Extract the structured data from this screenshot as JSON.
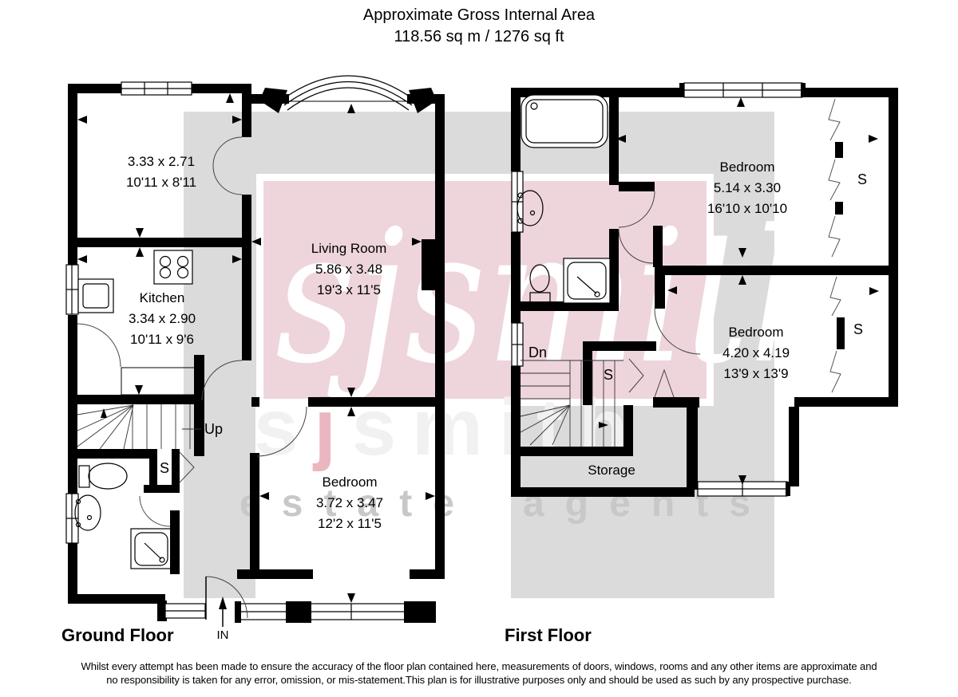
{
  "header": {
    "title_line1": "Approximate Gross Internal Area",
    "title_line2": "118.56 sq m / 1276 sq ft"
  },
  "ground_floor": {
    "label": "Ground Floor",
    "stairs_label": "Up",
    "cupboard_label": "S",
    "entrance_label": "IN",
    "rooms": {
      "reception": {
        "dims_m": "3.33 x 2.71",
        "dims_ft": "10'11 x 8'11"
      },
      "kitchen": {
        "name": "Kitchen",
        "dims_m": "3.34 x 2.90",
        "dims_ft": "10'11 x 9'6"
      },
      "living": {
        "name": "Living Room",
        "dims_m": "5.86 x 3.48",
        "dims_ft": "19'3 x 11'5"
      },
      "bedroom": {
        "name": "Bedroom",
        "dims_m": "3.72 x 3.47",
        "dims_ft": "12'2 x 11'5"
      }
    }
  },
  "first_floor": {
    "label": "First Floor",
    "stairs_label": "Dn",
    "rooms": {
      "bedroom1": {
        "name": "Bedroom",
        "dims_m": "5.14 x 3.30",
        "dims_ft": "16'10 x 10'10"
      },
      "bedroom2": {
        "name": "Bedroom",
        "dims_m": "4.20 x 4.19",
        "dims_ft": "13'9 x 13'9"
      },
      "storage": {
        "name": "Storage"
      }
    },
    "cupboard_labels": {
      "landing": "S",
      "wardrobe1": "S",
      "wardrobe2": "S"
    }
  },
  "watermark": {
    "script_text": "sjsmith",
    "row1_letters": [
      "s",
      "j",
      "s",
      "m",
      "i",
      "t",
      "h"
    ],
    "row2_letters": [
      "e",
      "s",
      "t",
      "a",
      "t",
      "e",
      "a",
      "g",
      "e",
      "n",
      "t",
      "s"
    ],
    "colors": {
      "pink": "#eed5db",
      "gray": "#dbdbdb",
      "script": "#ffffff",
      "letter_light": "#f1f1f1",
      "letter_j": "#eab6c0",
      "letter_gray": "#c8c8c8"
    }
  },
  "footer": {
    "disclaimer_line1": "Whilst every attempt has been made to ensure the accuracy of the floor plan contained here, measurements of doors, windows, rooms and any other items are approximate and",
    "disclaimer_line2": "no responsibility is taken for any error, omission, or mis-statement.This plan is for illustrative purposes only and should be used as such by any prospective purchase."
  }
}
